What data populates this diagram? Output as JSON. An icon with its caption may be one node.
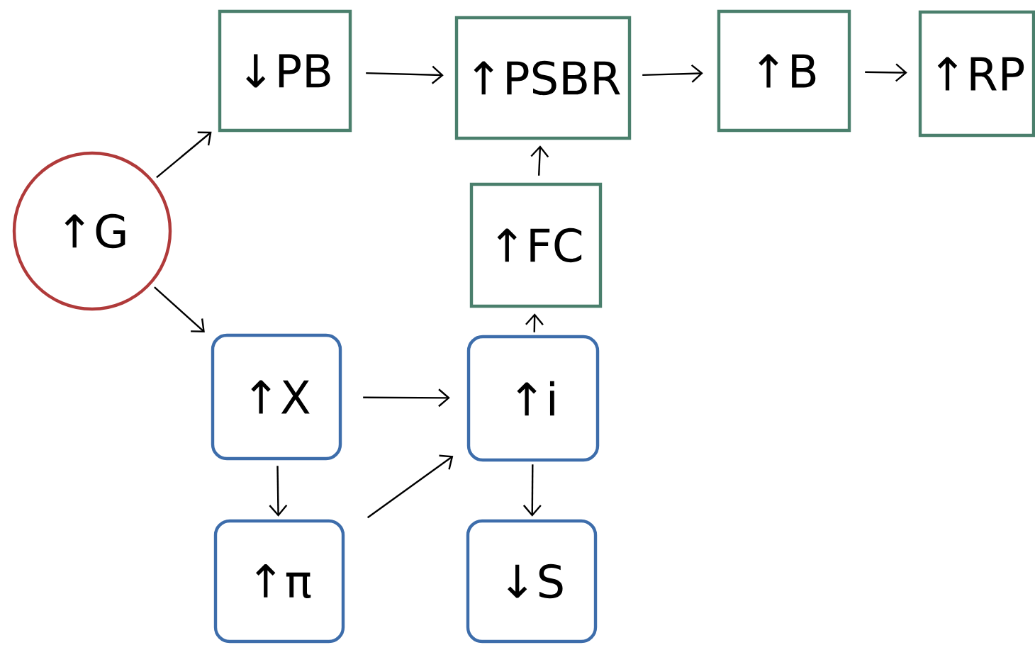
{
  "diagram": {
    "nodes": [
      {
        "text": [
          "↑G"
        ]
      },
      {
        "text": [
          "↓PB"
        ]
      },
      {
        "text": [
          "↑PSBR"
        ]
      },
      {
        "text": [
          "↑B"
        ]
      },
      {
        "text": [
          "↑RP"
        ]
      },
      {
        "text": [
          "↑FC"
        ]
      },
      {
        "text": [
          "↑X"
        ]
      },
      {
        "text": [
          "↑i"
        ]
      },
      {
        "text": [
          "↑π"
        ]
      },
      {
        "text": [
          "↓S"
        ]
      }
    ],
    "edges": [
      {
        "from": 0,
        "to": 1,
        "arrow": "to"
      },
      {
        "from": 0,
        "to": 6,
        "arrow": "to"
      },
      {
        "from": 1,
        "to": 2,
        "arrow": "to"
      },
      {
        "from": 2,
        "to": 3,
        "arrow": "to"
      },
      {
        "from": 3,
        "to": 4,
        "arrow": "to"
      },
      {
        "from": 5,
        "to": 2,
        "arrow": "to"
      },
      {
        "from": 7,
        "to": 5,
        "arrow": "to"
      },
      {
        "from": 6,
        "to": 7,
        "arrow": "to"
      },
      {
        "from": 6,
        "to": 8,
        "arrow": "to"
      },
      {
        "from": 8,
        "to": 7,
        "arrow": "to"
      },
      {
        "from": 7,
        "to": 9,
        "arrow": "to"
      }
    ]
  }
}
